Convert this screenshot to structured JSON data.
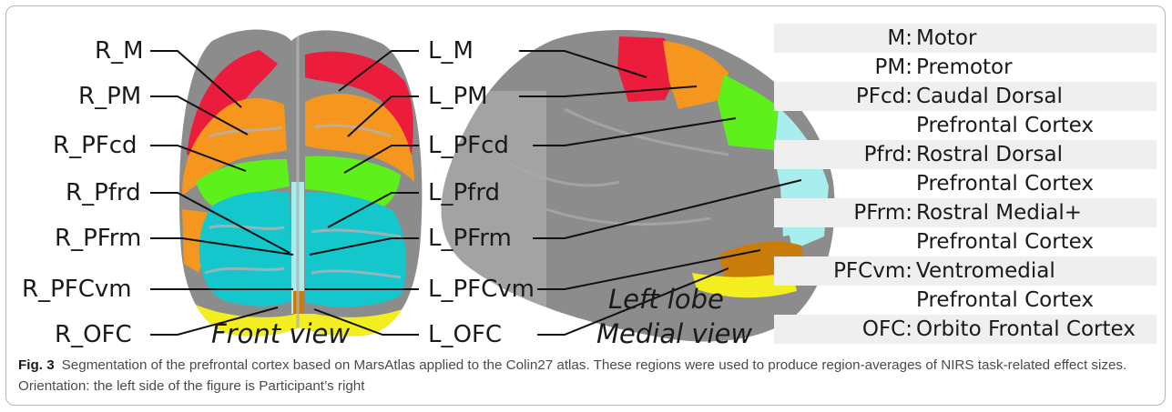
{
  "front_labels_right": [
    "R_M",
    "R_PM",
    "R_PFcd",
    "R_Pfrd",
    "R_PFrm",
    "R_PFCvm",
    "R_OFC"
  ],
  "front_labels_left": [
    "L_M",
    "L_PM",
    "L_PFcd",
    "L_Pfrd",
    "L_PFrm",
    "L_PFCvm",
    "L_OFC"
  ],
  "front_view_label": "Front view",
  "medial_view_label_1": "Left lobe",
  "medial_view_label_2": "Medial view",
  "legend": [
    {
      "abbr": "M:",
      "full": "Motor"
    },
    {
      "abbr": "PM:",
      "full": "Premotor"
    },
    {
      "abbr": "PFcd:",
      "full": "Caudal Dorsal"
    },
    {
      "abbr": "",
      "full": "Prefrontal Cortex"
    },
    {
      "abbr": "Pfrd:",
      "full": "Rostral Dorsal"
    },
    {
      "abbr": "",
      "full": "Prefrontal Cortex"
    },
    {
      "abbr": "PFrm:",
      "full": "Rostral Medial+"
    },
    {
      "abbr": "",
      "full": "Prefrontal Cortex"
    },
    {
      "abbr": "PFCvm:",
      "full": "Ventromedial"
    },
    {
      "abbr": "",
      "full": "Prefrontal Cortex"
    },
    {
      "abbr": "OFC:",
      "full": "Orbito Frontal Cortex"
    }
  ],
  "caption": {
    "fig_no": "Fig. 3",
    "text": "Segmentation of the prefrontal cortex based on MarsAtlas applied to the Colin27 atlas. These regions were used to produce region-averages of NIRS task-related effect sizes. Orientation: the left side of the figure is Participant’s right"
  },
  "colors": {
    "motor": "#ec1c3c",
    "premotor": "#f5961e",
    "pfcd": "#5ef01a",
    "pfrd": "#14c7cd",
    "pfrm": "#a8eeee",
    "ofc": "#f2ee20",
    "pfcvm": "#c97c0a",
    "brain": "#8c8c8c"
  }
}
